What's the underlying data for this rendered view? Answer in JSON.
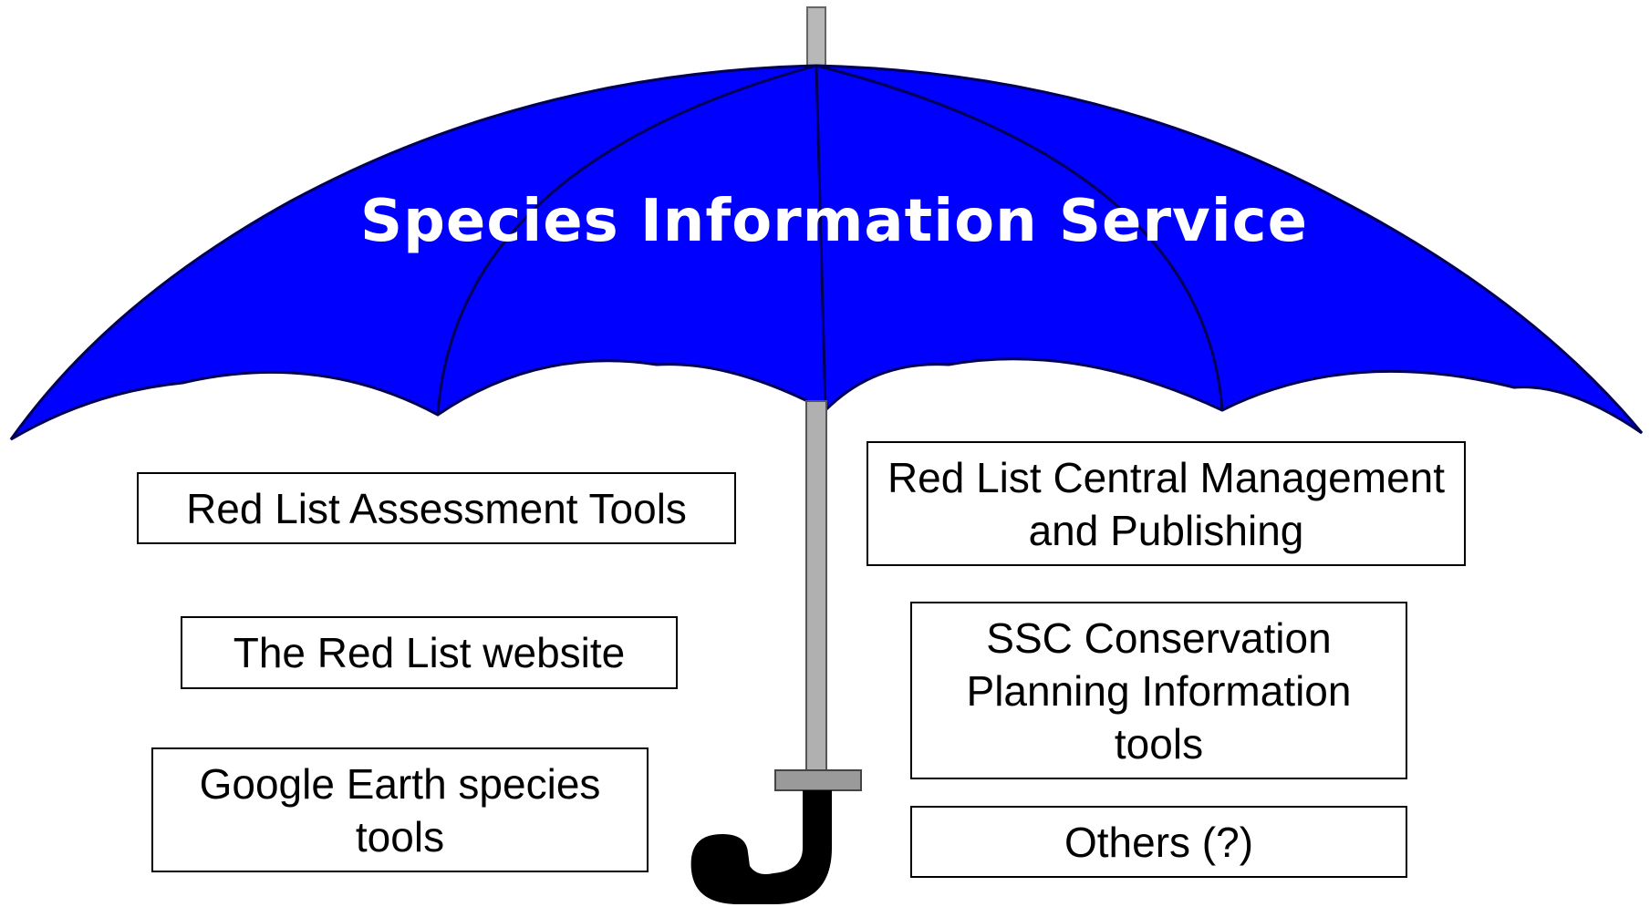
{
  "title": "Species Information Service",
  "colors": {
    "canopy": "#0000ff",
    "canopy_line": "#000066",
    "shaft": "#a0a0a0",
    "handle": "#000000"
  },
  "left_boxes": [
    {
      "label": "Red List Assessment Tools"
    },
    {
      "label": "The Red List website"
    },
    {
      "label": "Google Earth species tools"
    }
  ],
  "right_boxes": [
    {
      "label": "Red List Central Management and Publishing"
    },
    {
      "label": "SSC Conservation Planning Information tools"
    },
    {
      "label": "Others (?)"
    }
  ]
}
